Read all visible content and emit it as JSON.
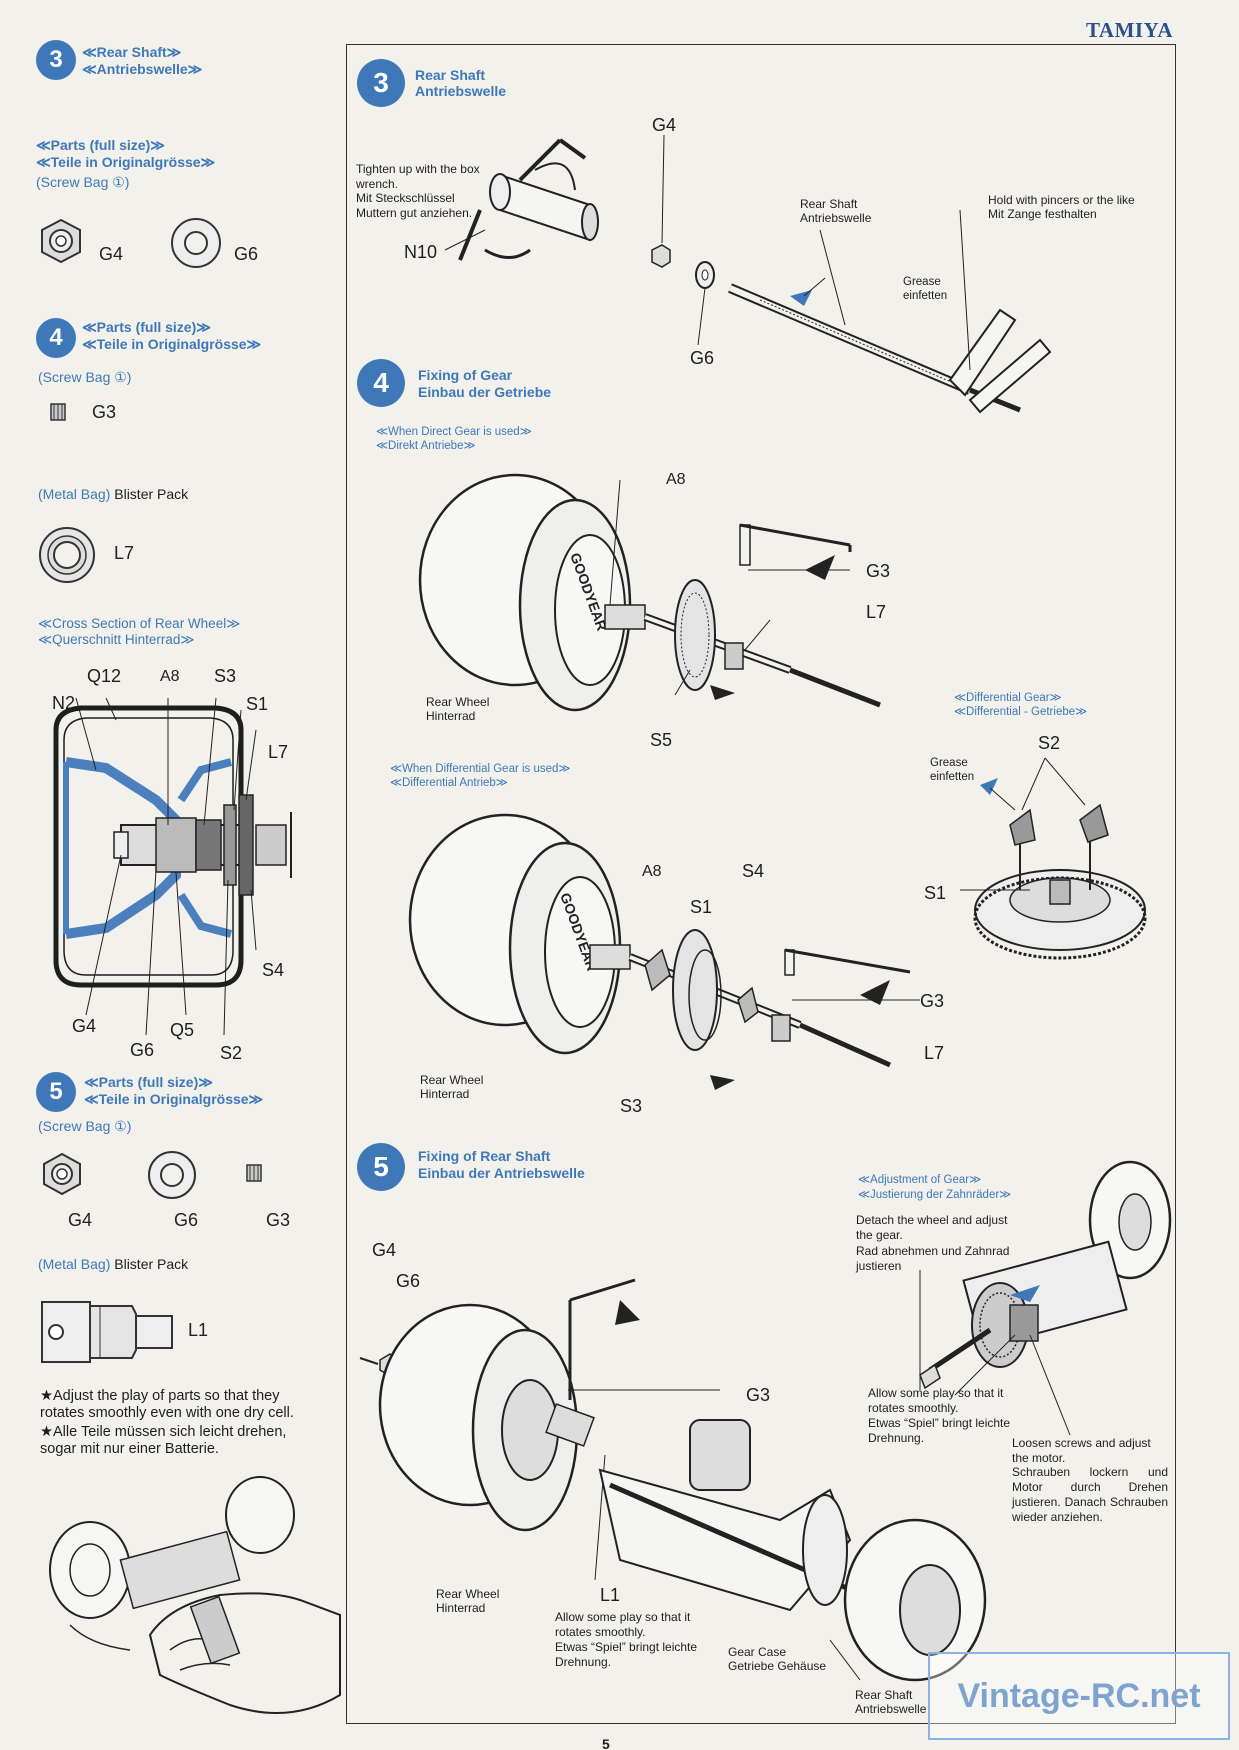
{
  "brand": "TAMIYA",
  "watermark": "Vintage-RC.net",
  "page_number": "5",
  "sidebar": {
    "step3": {
      "number": "3",
      "title_en": "≪Rear Shaft≫",
      "title_de": "≪Antriebswelle≫",
      "parts_en": "≪Parts (full size)≫",
      "parts_de": "≪Teile in Originalgrösse≫",
      "bag": "(Screw Bag ①)",
      "parts": [
        "G4",
        "G6"
      ]
    },
    "step4": {
      "number": "4",
      "parts_en": "≪Parts (full size)≫",
      "parts_de": "≪Teile in Originalgrösse≫",
      "bag": "(Screw Bag ①)",
      "part": "G3",
      "metal_bag": "(Metal Bag)",
      "blister": "Blister Pack",
      "blister_part": "L7"
    },
    "cross_section": {
      "title_en": "≪Cross Section of Rear Wheel≫",
      "title_de": "≪Querschnitt Hinterrad≫",
      "labels": [
        "N2",
        "Q12",
        "A8",
        "S3",
        "S1",
        "L7",
        "S4",
        "G4",
        "G6",
        "Q5",
        "S2"
      ]
    },
    "step5": {
      "number": "5",
      "parts_en": "≪Parts (full size)≫",
      "parts_de": "≪Teile in Originalgrösse≫",
      "bag": "(Screw Bag ①)",
      "parts": [
        "G4",
        "G6",
        "G3"
      ],
      "metal_bag": "(Metal Bag)",
      "blister": "Blister Pack",
      "blister_part": "L1",
      "note_en": "★Adjust the play of parts so that they rotates smoothly even with one dry cell.",
      "note_de": "★Alle Teile müssen sich leicht drehen, sogar mit nur einer Batterie."
    }
  },
  "main": {
    "step3": {
      "number": "3",
      "title_en": "Rear Shaft",
      "title_de": "Antriebswelle",
      "tighten_en": "Tighten up with the box wrench.",
      "tighten_de": "Mit Steckschlüssel Muttern gut anziehen.",
      "rear_shaft_en": "Rear Shaft",
      "rear_shaft_de": "Antriebswelle",
      "hold_en": "Hold with pincers or the like",
      "hold_de": "Mit Zange festhalten",
      "grease_en": "Grease",
      "grease_de": "einfetten",
      "labels": {
        "g4": "G4",
        "n10": "N10",
        "g6": "G6"
      }
    },
    "step4": {
      "number": "4",
      "title_en": "Fixing of Gear",
      "title_de": "Einbau der Getriebe",
      "direct_en": "≪When Direct Gear is used≫",
      "direct_de": "≪Direkt Antriebe≫",
      "diff_en": "≪When Differential Gear is used≫",
      "diff_de": "≪Differential Antrieb≫",
      "rear_wheel_en": "Rear Wheel",
      "rear_wheel_de": "Hinterrad",
      "direct_labels": {
        "a8": "A8",
        "g3": "G3",
        "l7": "L7",
        "s5": "S5"
      },
      "diff_labels": {
        "a8": "A8",
        "s4": "S4",
        "s1": "S1",
        "g3": "G3",
        "l7": "L7",
        "s3": "S3"
      },
      "diff_gear_en": "≪Differential Gear≫",
      "diff_gear_de": "≪Differential - Getriebe≫",
      "grease_en": "Grease",
      "grease_de": "einfetten",
      "diff_gear_labels": {
        "s2": "S2",
        "s1": "S1"
      }
    },
    "step5": {
      "number": "5",
      "title_en": "Fixing of Rear Shaft",
      "title_de": "Einbau der Antriebswelle",
      "labels": {
        "g4": "G4",
        "g6": "G6",
        "g3": "G3",
        "l1": "L1"
      },
      "rear_wheel_en": "Rear Wheel",
      "rear_wheel_de": "Hinterrad",
      "play_en": "Allow some play so that it rotates smoothly.",
      "play_de": "Etwas “Spiel” bringt leichte Drehnung.",
      "gear_case_en": "Gear Case",
      "gear_case_de": "Getriebe Gehäuse",
      "rear_shaft_en": "Rear Shaft",
      "rear_shaft_de": "Antriebswelle",
      "adjust_title_en": "≪Adjustment of Gear≫",
      "adjust_title_de": "≪Justierung der Zahnräder≫",
      "detach_en": "Detach the wheel and adjust the gear.",
      "detach_de": "Rad abnehmen und Zahnrad justieren",
      "play2_en": "Allow some play so that it rotates smoothly.",
      "play2_de": "Etwas “Spiel” bringt leichte Drehnung.",
      "loosen_en": "Loosen screws and adjust the motor.",
      "loosen_de": "Schrauben lockern und Motor durch Drehen justieren. Danach Schrauben wieder anziehen."
    }
  }
}
